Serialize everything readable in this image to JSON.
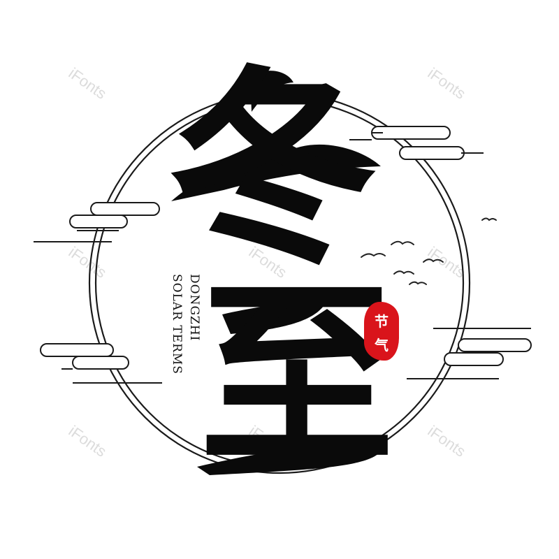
{
  "watermark": {
    "text": "iFonts"
  },
  "title": {
    "char_top": "冬",
    "char_bottom": "至"
  },
  "subtitle": {
    "line1": "DONGZHI",
    "line2": "SOLAR TERMS"
  },
  "seal": {
    "char1": "节",
    "char2": "气"
  },
  "colors": {
    "ink": "#0a0a0a",
    "seal_red": "#d9141b",
    "line": "#1a1a1a",
    "watermark": "#dcdcdc"
  }
}
